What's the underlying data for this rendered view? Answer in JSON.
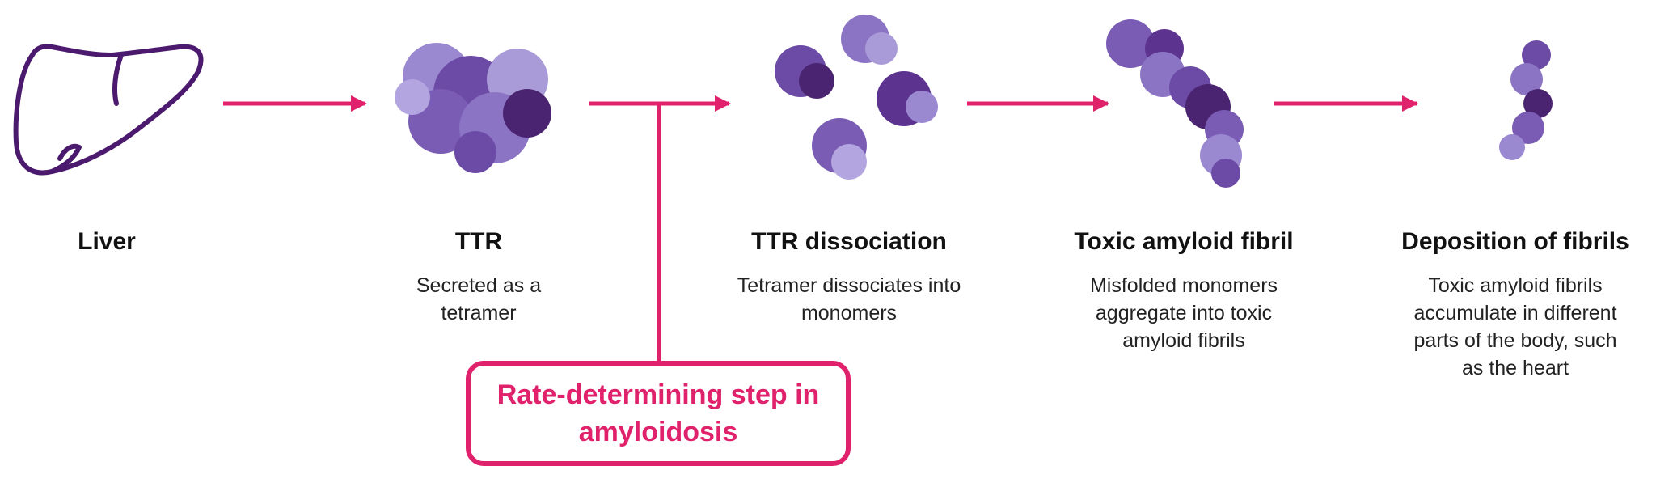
{
  "colors": {
    "arrow": "#e0216b",
    "liver": "#4b1a6e",
    "protein_dark": "#4a2470",
    "protein_mid": "#7a5cb4",
    "protein_light": "#a99ad8"
  },
  "stages": [
    {
      "title": "Liver",
      "description": "",
      "icon": "liver-icon"
    },
    {
      "title": "TTR",
      "description": "Secreted as a tetramer",
      "icon": "ttr-tetramer-icon"
    },
    {
      "title": "TTR dissociation",
      "description": "Tetramer dissociates into monomers",
      "icon": "ttr-monomers-icon"
    },
    {
      "title": "Toxic amyloid fibril",
      "description": "Misfolded monomers aggregate into toxic amyloid fibrils",
      "icon": "amyloid-fibril-icon"
    },
    {
      "title": "Deposition of fibrils",
      "description": "Toxic amyloid fibrils accumulate in different parts of the body, such as the heart",
      "icon": "fibril-deposit-icon"
    }
  ],
  "callout": {
    "label": "Rate-determining step in amyloidosis"
  }
}
